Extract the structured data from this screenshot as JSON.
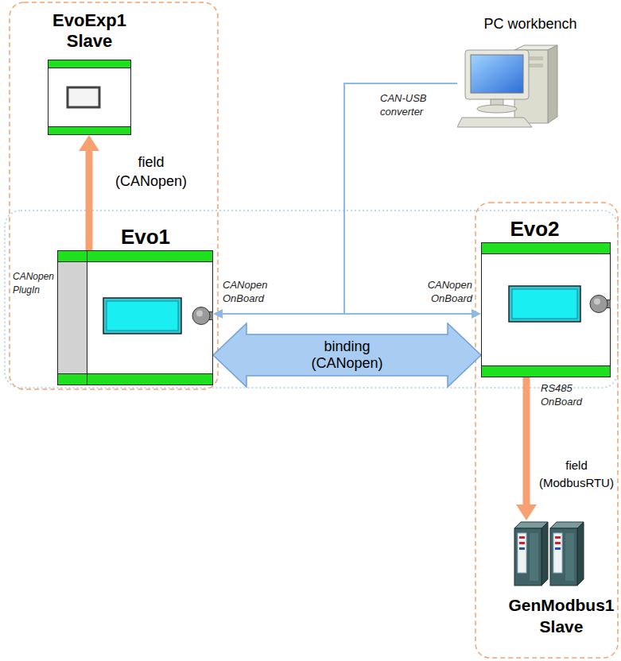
{
  "diagram": {
    "nodes": [
      {
        "text": [
          "EvoExp1 Slave"
        ]
      },
      {
        "text": [
          "Evo1"
        ]
      },
      {
        "text": [
          "Evo2"
        ]
      },
      {
        "text": [
          "GenModbus1 Slave"
        ]
      },
      {
        "text": [
          "PC workbench"
        ]
      }
    ],
    "edges": [
      {
        "from": 1,
        "to": 0,
        "arrow": "to",
        "label": "field (CANopen)"
      },
      {
        "from": 1,
        "to": 2,
        "arrow": "both",
        "label": "binding (CANopen)"
      },
      {
        "from": 2,
        "to": 3,
        "arrow": "to",
        "label": "field (ModbusRTU)"
      },
      {
        "from": 4,
        "to": 1,
        "arrow": "to"
      },
      {
        "from": 4,
        "to": 2,
        "arrow": "to"
      }
    ],
    "labels": [
      "CAN-USB converter",
      "CANopen PlugIn",
      "CANopen OnBoard",
      "CANopen OnBoard",
      "RS485 OnBoard"
    ]
  }
}
